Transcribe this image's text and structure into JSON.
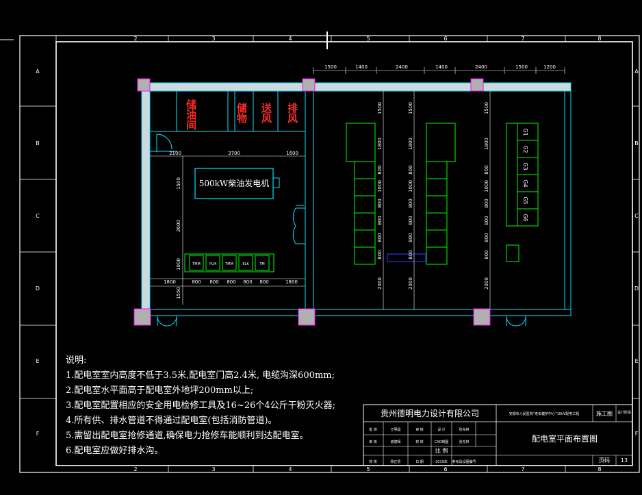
{
  "colors": {
    "background": "#000000",
    "frame": "#ffffff",
    "wall": "#cfd8dc",
    "wall_outline": "#00e5ff",
    "column": "#b0b0b0",
    "column_outline": "#ff00ff",
    "cabinet": "#00ff00",
    "room_label": "#ff2a2a",
    "dimension": "#ffffff",
    "busbar": "#3030ff"
  },
  "zone_numbers_top": [
    "2",
    "3",
    "4",
    "5",
    "6",
    "7",
    "8"
  ],
  "zone_numbers_bottom": [
    "2",
    "3",
    "4",
    "5",
    "6",
    "7",
    "8"
  ],
  "zone_letters": [
    "A",
    "B",
    "C",
    "D",
    "E",
    "F"
  ],
  "rooms": {
    "room1": "储油间",
    "room2": "储物",
    "room3": "送风",
    "room4": "排风"
  },
  "generator_label": "500kW柴油发电机",
  "dims_top": [
    "1500",
    "1400",
    "2400",
    "1400",
    "2400",
    "1500",
    "1200"
  ],
  "dims_left_room": [
    "2100",
    "3700",
    "1600"
  ],
  "dims_left_vertical": [
    "1500",
    "2600",
    "1000",
    "1550"
  ],
  "dims_bottom_room": [
    "1800",
    "800",
    "800",
    "800",
    "800",
    "800",
    "1800"
  ],
  "dims_col_vertical": [
    "1500",
    "1800",
    "800",
    "1000",
    "800",
    "800",
    "800",
    "800",
    "2000"
  ],
  "panel_labels": [
    "TMM",
    "PLM",
    "TMM",
    "ELK",
    "TM"
  ],
  "g_cabinets": [
    "G1",
    "G2",
    "G3",
    "G4",
    "G5",
    "G6"
  ],
  "notes": {
    "title": "说明:",
    "items": [
      "1.配电室室内高度不低于3.5米,配电室门高2.4米, 电缆沟深600mm;",
      "2.配电室水平面高于配电室外地坪200mm以上;",
      "3.配电室配置相应的安全用电检修工具及16~26个4公斤干粉灭火器;",
      "4.所有供、排水管道不得通过配电室(包括消防管道)。",
      "5.需留出配电室抢修通道,确保电力抢修车能顺利到达配电室。",
      "6.配电室应做好排水沟。"
    ]
  },
  "title_block": {
    "company": "贵州德明电力设计有限公司",
    "project": "安顺市人民医院“老年健护中心”10kV配电工程",
    "stage": "施工图",
    "design_stage_label": "设计阶段",
    "row1": [
      "批 准",
      "王明昌",
      "审 核",
      "设 计",
      "张先林"
    ],
    "row2": [
      "审 核",
      "谢德辉",
      "校 核",
      "CAD制图",
      "张先林"
    ],
    "row3": [
      "校 核",
      "杨正贵",
      "日 期",
      "2019年",
      "参考具设图编号"
    ],
    "drawing_title": "配电室平面布置图",
    "page_label": "页码",
    "page_number": "13",
    "scale_label": "比 例",
    "date_label": "日 期"
  }
}
